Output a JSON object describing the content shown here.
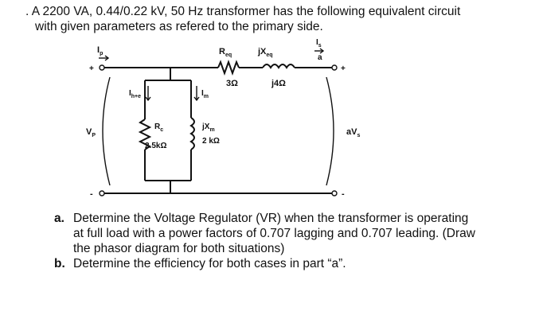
{
  "problem": {
    "line1": ". A 2200 VA, 0.44/0.22 kV, 50 Hz transformer has the following equivalent circuit",
    "line2": "with given parameters as refered to the primary side."
  },
  "circuit": {
    "Ip": "I",
    "Ip_sub": "p",
    "Req": "R",
    "Req_sub": "eq",
    "jXeq": "jX",
    "jXeq_sub": "eq",
    "Is_over_a_num": "I",
    "Is_over_a_num_sub": "s",
    "Is_over_a_den": "a",
    "Req_value": "3Ω",
    "jXeq_value": "j4Ω",
    "plus_left": "+",
    "plus_right": "+",
    "minus_left": "-",
    "minus_right": "-",
    "Ihe": "I",
    "Ihe_sub": "h+e",
    "Im": "I",
    "Im_sub": "m",
    "Vp": "V",
    "Vp_sub": "P",
    "Rc": "R",
    "Rc_sub": "c",
    "Rc_value": "2.5kΩ",
    "jXm": "jX",
    "jXm_sub": "m",
    "jXm_value": "2 kΩ",
    "aVs": "aV",
    "aVs_sub": "s"
  },
  "questions": {
    "a_marker": "a.",
    "a_line1": "Determine the Voltage Regulator (VR) when the transformer is operating",
    "a_line2": "at full load with a power factors of 0.707 lagging and 0.707 leading. (Draw",
    "a_line3": "the phasor diagram for both situations)",
    "b_marker": "b.",
    "b_line1": "Determine the efficiency for both cases in part “a”."
  }
}
